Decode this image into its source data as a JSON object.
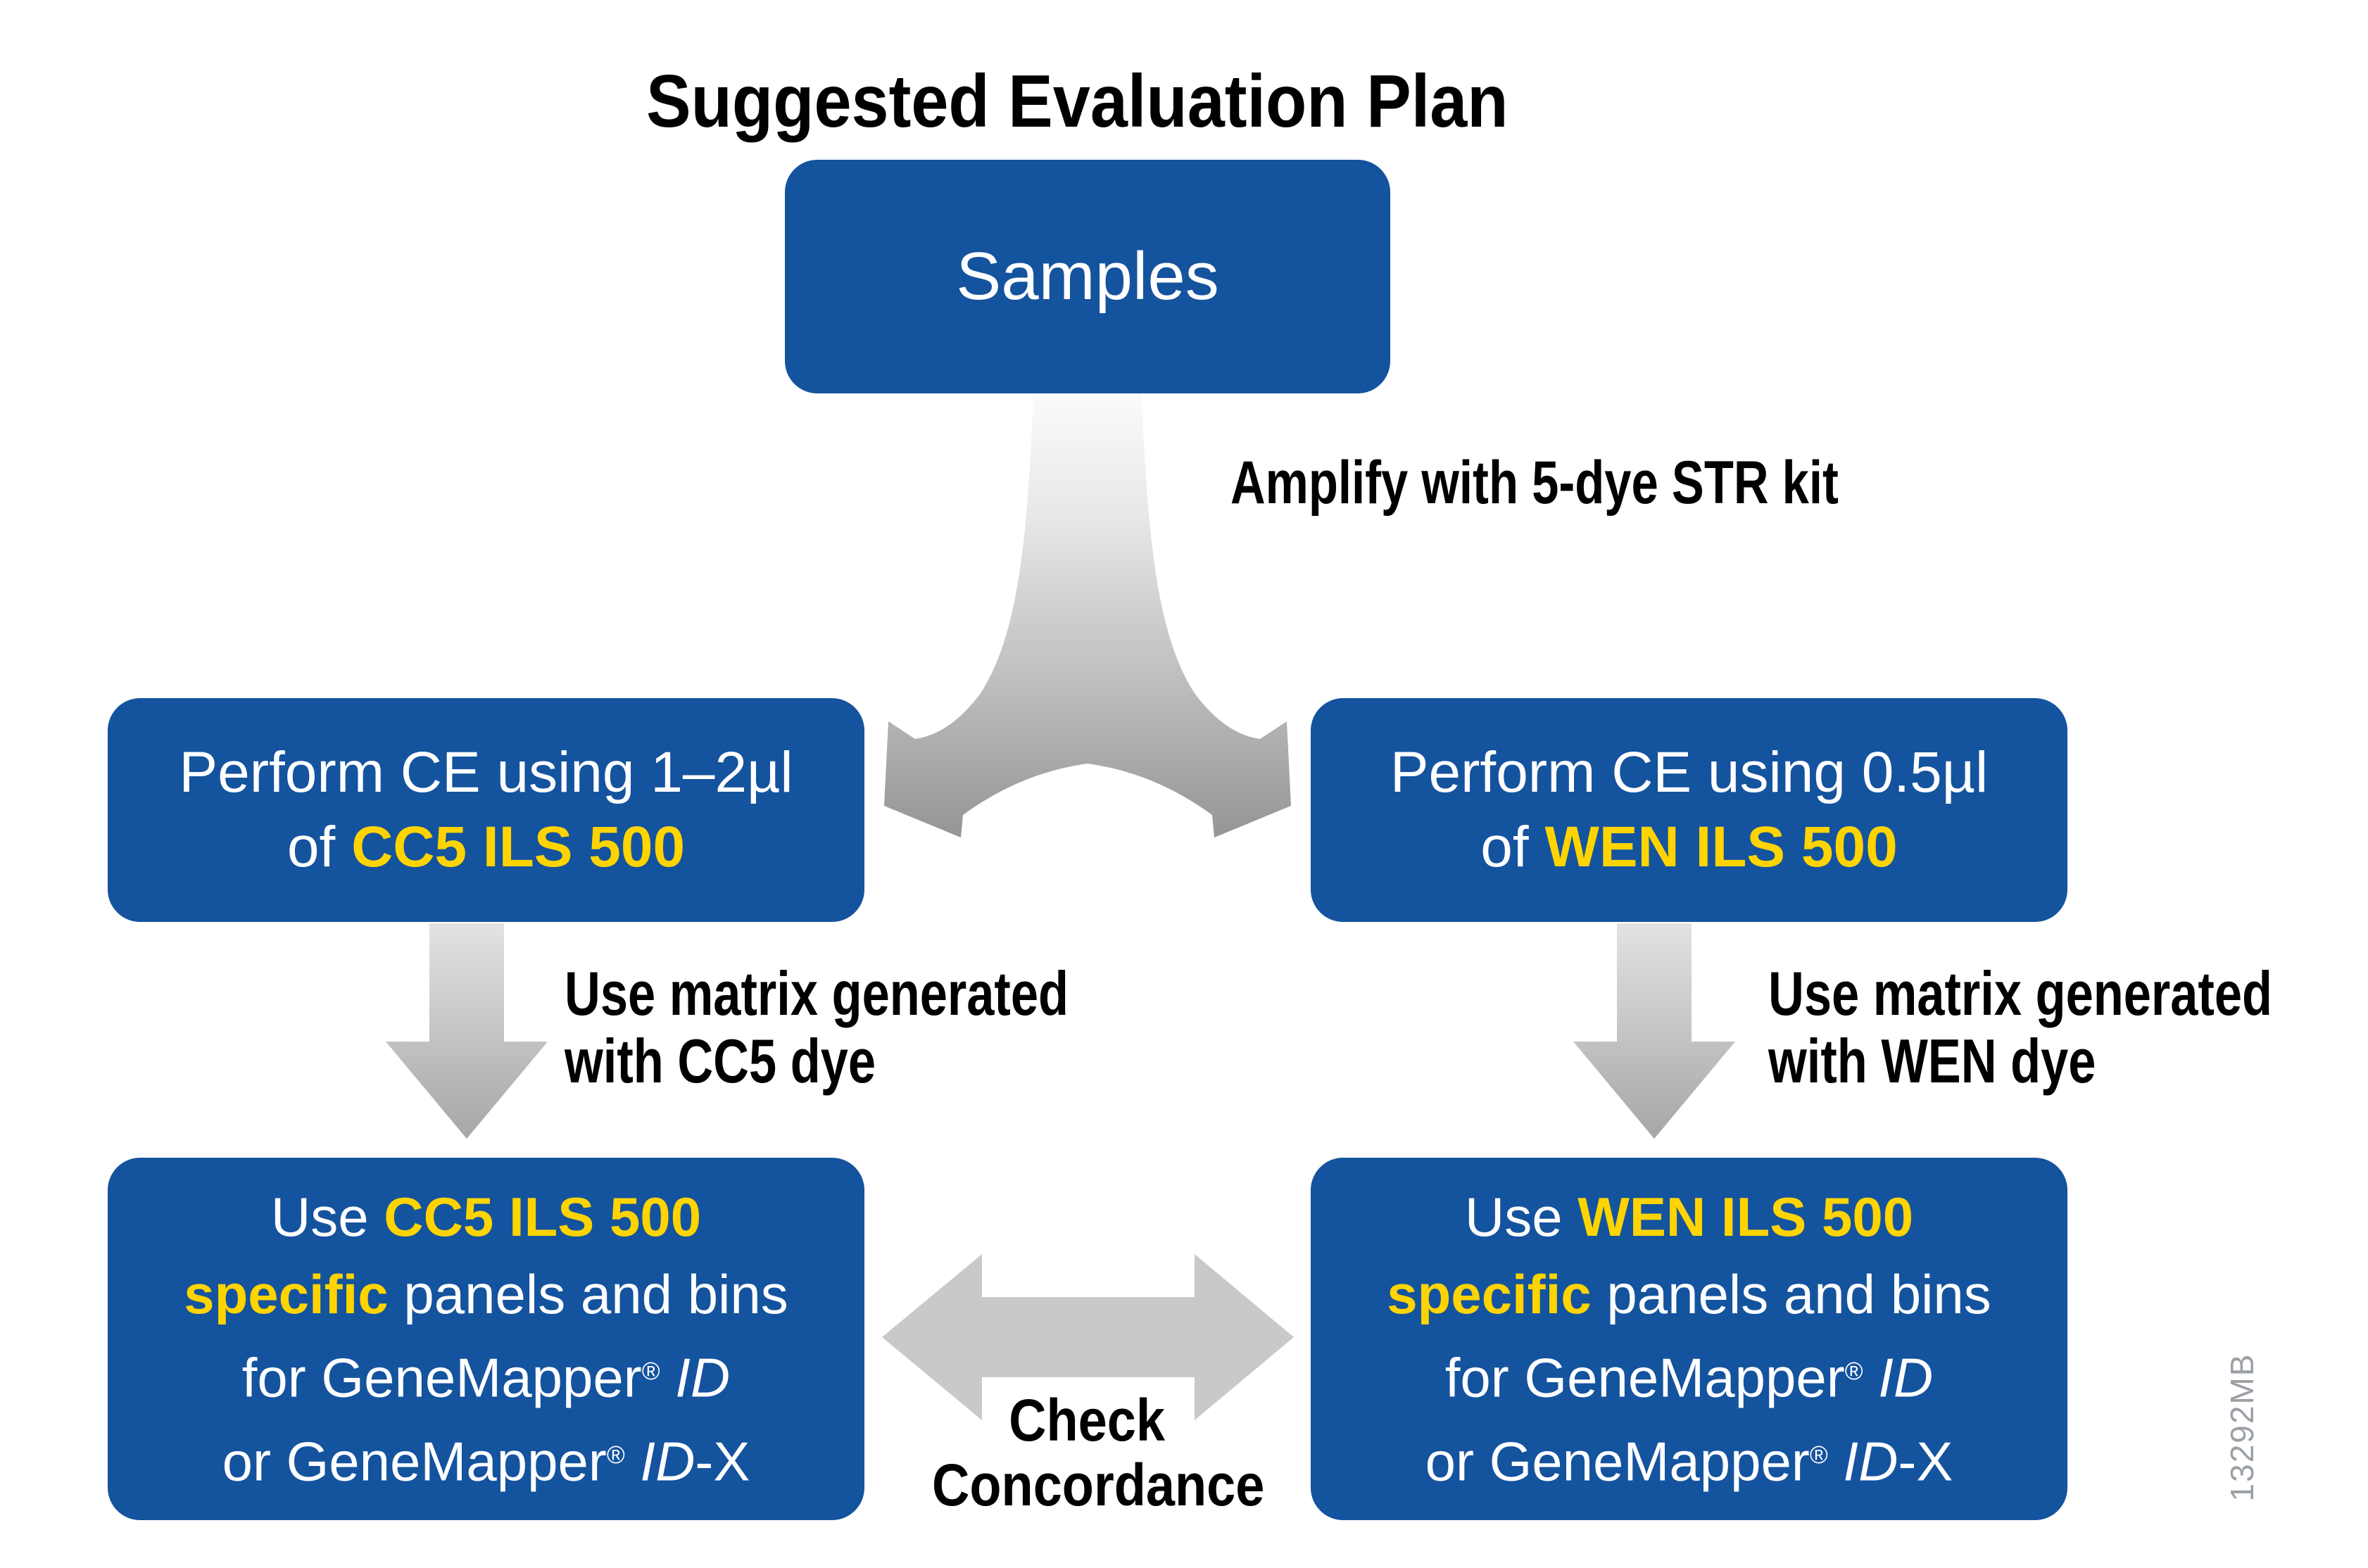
{
  "title": "Suggested Evaluation Plan",
  "watermark": "13292MB",
  "colors": {
    "box_blue": "#14539e",
    "highlight_yellow": "#ffd400",
    "label_black": "#000000",
    "arrow_gray_light": "#f2f2f2",
    "arrow_gray_dark": "#969696",
    "concordance_arrow_gray": "#c8c9cb",
    "watermark_gray": "#9aa0a6"
  },
  "nodes": {
    "samples": {
      "label": "Samples"
    },
    "ce_left": {
      "line1": "Perform CE using 1–2µl",
      "line2_prefix": "of ",
      "line2_highlight": "CC5 ILS 500"
    },
    "ce_right": {
      "line1": "Perform CE using 0.5µl",
      "line2_prefix": "of ",
      "line2_highlight": "WEN ILS 500"
    },
    "panels_left": {
      "line1_prefix": "Use ",
      "line1_highlight": "CC5 ILS 500",
      "line2_highlight": "specific",
      "line2_suffix": " panels and bins",
      "line3_prefix": "for GeneMapper",
      "line3_sup": "®",
      "line3_italic": " ID",
      "line4_prefix": "or GeneMapper",
      "line4_sup": "®",
      "line4_italic": " ID",
      "line4_suffix": "-X"
    },
    "panels_right": {
      "line1_prefix": "Use ",
      "line1_highlight": "WEN ILS 500",
      "line2_highlight": "specific",
      "line2_suffix": " panels and bins",
      "line3_prefix": "for GeneMapper",
      "line3_sup": "®",
      "line3_italic": " ID",
      "line4_prefix": "or GeneMapper",
      "line4_sup": "®",
      "line4_italic": " ID",
      "line4_suffix": "-X"
    }
  },
  "labels": {
    "amplify": "Amplify with 5-dye STR kit",
    "matrix_left": {
      "line1": "Use matrix generated",
      "line2": "with CC5 dye"
    },
    "matrix_right": {
      "line1": "Use matrix generated",
      "line2": "with WEN dye"
    },
    "check": {
      "line1": "Check",
      "line2": "Concordance"
    }
  }
}
